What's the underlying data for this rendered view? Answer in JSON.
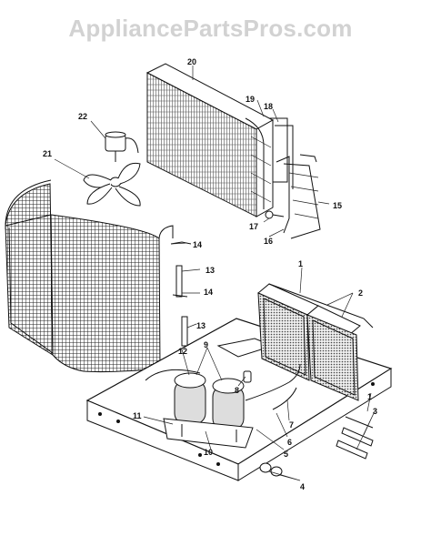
{
  "watermark": "AppliancePartsPros.com",
  "callouts": [
    "1",
    "1",
    "2",
    "3",
    "4",
    "5",
    "6",
    "7",
    "8",
    "9",
    "10",
    "11",
    "12",
    "13",
    "13",
    "14",
    "14",
    "15",
    "16",
    "17",
    "18",
    "19",
    "20",
    "21",
    "22"
  ]
}
